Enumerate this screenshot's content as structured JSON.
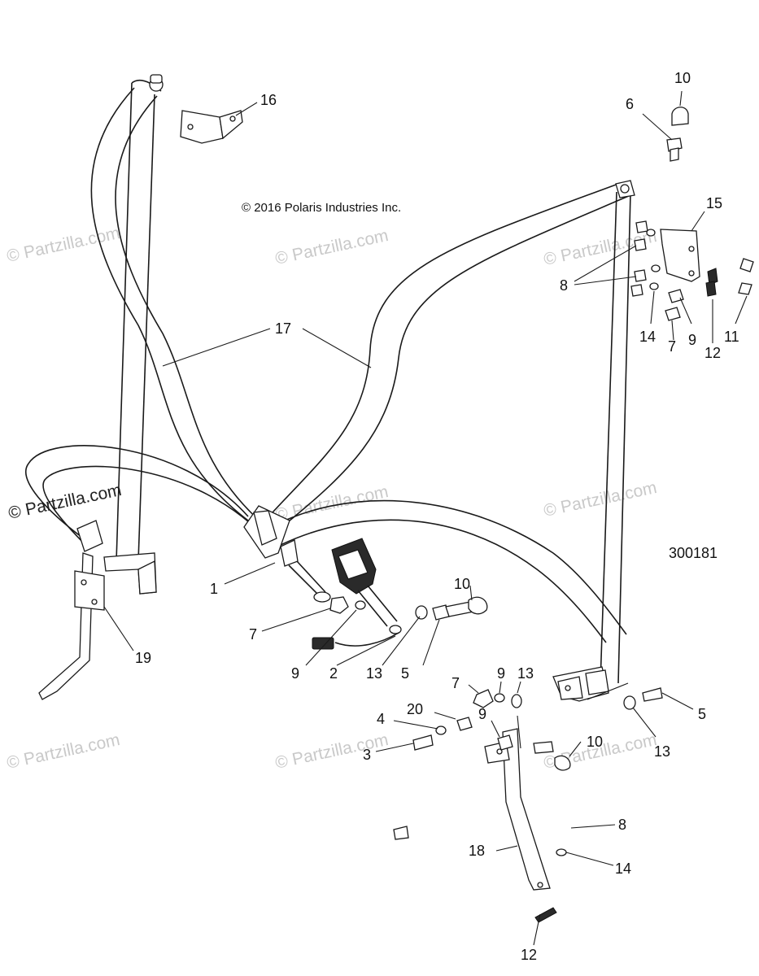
{
  "copyright": "© 2016 Polaris Industries Inc.",
  "reference_number": "300181",
  "watermark": "© Partzilla.com",
  "callouts": [
    {
      "id": "c16a",
      "label": "16"
    },
    {
      "id": "c10a",
      "label": "10"
    },
    {
      "id": "c6a",
      "label": "6"
    },
    {
      "id": "c15",
      "label": "15"
    },
    {
      "id": "c8a",
      "label": "8"
    },
    {
      "id": "c14a",
      "label": "14"
    },
    {
      "id": "c9a",
      "label": "9"
    },
    {
      "id": "c11",
      "label": "11"
    },
    {
      "id": "c7a",
      "label": "7"
    },
    {
      "id": "c12a",
      "label": "12"
    },
    {
      "id": "c17",
      "label": "17"
    },
    {
      "id": "c1",
      "label": "1"
    },
    {
      "id": "c7b",
      "label": "7"
    },
    {
      "id": "c9b",
      "label": "9"
    },
    {
      "id": "c2",
      "label": "2"
    },
    {
      "id": "c13a",
      "label": "13"
    },
    {
      "id": "c5a",
      "label": "5"
    },
    {
      "id": "c10b",
      "label": "10"
    },
    {
      "id": "c19",
      "label": "19"
    },
    {
      "id": "c7c",
      "label": "7"
    },
    {
      "id": "c9c",
      "label": "9"
    },
    {
      "id": "c13b",
      "label": "13"
    },
    {
      "id": "c20",
      "label": "20"
    },
    {
      "id": "c4",
      "label": "4"
    },
    {
      "id": "c9d",
      "label": "9"
    },
    {
      "id": "c3",
      "label": "3"
    },
    {
      "id": "c10c",
      "label": "10"
    },
    {
      "id": "c5b",
      "label": "5"
    },
    {
      "id": "c13c",
      "label": "13"
    },
    {
      "id": "c8b",
      "label": "8"
    },
    {
      "id": "c18",
      "label": "18"
    },
    {
      "id": "c14b",
      "label": "14"
    },
    {
      "id": "c12b",
      "label": "12"
    }
  ]
}
